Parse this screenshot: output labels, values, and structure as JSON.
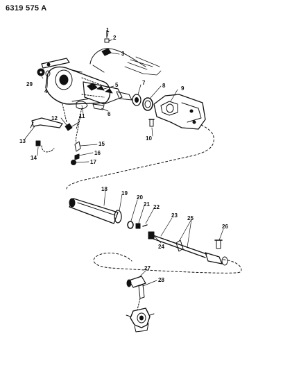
{
  "header": {
    "part_number": "6319 575 A"
  },
  "callouts": [
    "1",
    "2",
    "3",
    "4",
    "5",
    "6",
    "7",
    "8",
    "9",
    "10",
    "11",
    "12",
    "13",
    "14",
    "15",
    "16",
    "17",
    "18",
    "19",
    "20",
    "21",
    "22",
    "23",
    "24",
    "25",
    "26",
    "27",
    "28",
    "29"
  ],
  "colors": {
    "ink": "#111111",
    "paper": "#ffffff"
  }
}
